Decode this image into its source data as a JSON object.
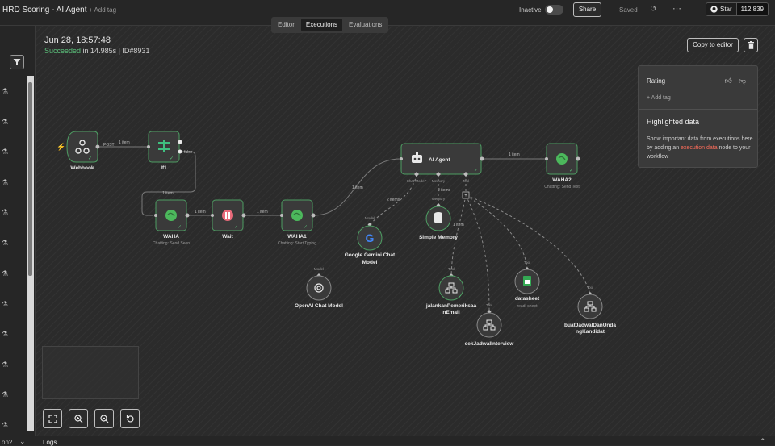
{
  "header": {
    "workflow_title": "HRD Scoring - AI Agent",
    "add_tag": "+ Add tag",
    "inactive_label": "Inactive",
    "share_label": "Share",
    "saved_label": "Saved",
    "github_star": "Star",
    "github_count": "112,839"
  },
  "tabs": [
    {
      "label": "Editor",
      "active": false
    },
    {
      "label": "Executions",
      "active": true
    },
    {
      "label": "Evaluations",
      "active": false
    }
  ],
  "execution": {
    "date": "Jun 28, 18:57:48",
    "status_word": "Succeeded",
    "status_rest": " in 14.985s | ID#8931"
  },
  "actions": {
    "copy_to_editor": "Copy to editor"
  },
  "side_panel": {
    "rating": "Rating",
    "add_tag": "+ Add tag",
    "highlighted_title": "Highlighted data",
    "text_before": "Show important data from executions here by adding an ",
    "link_text": "execution data",
    "text_after": " node to your workflow"
  },
  "nodes": {
    "webhook": {
      "name": "Webhook"
    },
    "if1": {
      "name": "If1",
      "false_label": "false"
    },
    "waha": {
      "name": "WAHA",
      "subtitle": "Chatting: Send Seen"
    },
    "wait": {
      "name": "Wait"
    },
    "waha1": {
      "name": "WAHA1",
      "subtitle": "Chatting: Start Typing"
    },
    "ai_agent": {
      "name": "AI Agent",
      "port_chat_model": "Chat Model*",
      "port_memory": "Memory",
      "port_tool": "Tool"
    },
    "waha2": {
      "name": "WAHA2",
      "subtitle": "Chatting: Send Text"
    },
    "gemini": {
      "name_line1": "Google Gemini Chat",
      "name_line2": "Model",
      "type": "Model"
    },
    "memory": {
      "name": "Simple Memory",
      "type": "Memory"
    },
    "openai": {
      "name": "OpenAI Chat Model",
      "type": "Model"
    },
    "tool1": {
      "name_line1": "jalankanPemeriksaa",
      "name_line2": "nEmail",
      "type": "Tool"
    },
    "tool2": {
      "name": "cekJadwalInterview",
      "type": "Tool"
    },
    "datasheet": {
      "name": "datasheet",
      "subtitle": "read: sheet",
      "type": "Tool"
    },
    "tool4": {
      "name_line1": "buatJadwalDanUnda",
      "name_line2": "ngKandidat",
      "type": "Tool"
    }
  },
  "edges": {
    "post": "POST",
    "one_item": "1 item",
    "two_items": "2 items"
  },
  "bottom": {
    "logs": "Logs",
    "left_stub": "on?"
  },
  "colors": {
    "success": "#5bbf7a",
    "accent_link": "#ff6d5a",
    "node_bg": "#3a3a3a",
    "node_border": "#4e9e63"
  }
}
